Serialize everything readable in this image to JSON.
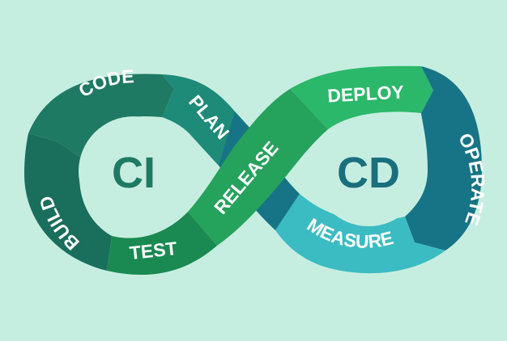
{
  "background_color": "#c6eee0",
  "ci_loop": {
    "center_label": "CI",
    "center_color": "#1f7a63",
    "segments": [
      {
        "label": "CODE",
        "color": "#1f7a63"
      },
      {
        "label": "PLAN",
        "color": "#1e8a78"
      },
      {
        "label": "BUILD",
        "color": "#1a6e5c"
      },
      {
        "label": "TEST",
        "color": "#1a8a52"
      }
    ]
  },
  "cd_loop": {
    "center_label": "CD",
    "center_color": "#1a6f7c",
    "segments": [
      {
        "label": "DEPLOY",
        "color": "#2bb86a"
      },
      {
        "label": "OPERATE",
        "color": "#177486"
      },
      {
        "label": "MEASURE",
        "color": "#3bbcc2"
      }
    ]
  },
  "crossing": {
    "label": "RELEASE",
    "color": "#25a25c"
  }
}
